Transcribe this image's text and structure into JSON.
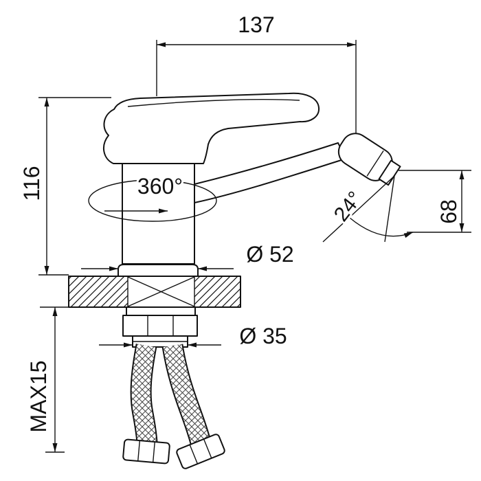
{
  "labels": {
    "width": "137",
    "height": "116",
    "spout_height": "68",
    "swivel": "360°",
    "angle": "24°",
    "base_diameter": "Ø 52",
    "shank_diameter": "Ø 35",
    "max_thickness": "MAX15"
  },
  "colors": {
    "line": "#111111",
    "background": "#ffffff"
  }
}
